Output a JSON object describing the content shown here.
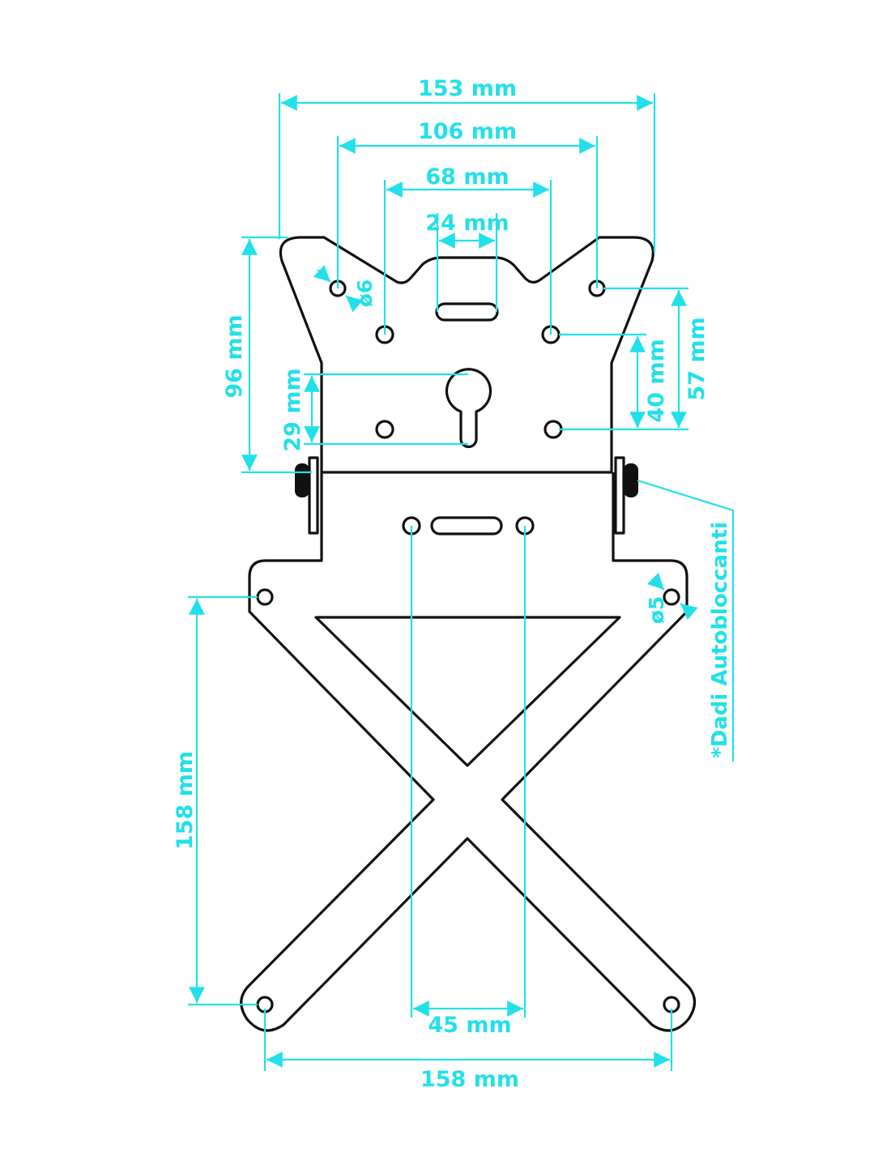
{
  "colors": {
    "outline": "#111111",
    "dimension": "#22e0ea"
  },
  "dimensions": {
    "width_top": "153 mm",
    "hole_span_outer": "106 mm",
    "hole_span_inner": "68 mm",
    "slot_width": "24 mm",
    "plate_height": "96 mm",
    "keyhole_span": "29 mm",
    "hole_vertical_inner": "40 mm",
    "hole_vertical_outer": "57 mm",
    "arm_vertical": "158 mm",
    "lower_hole_span": "45 mm",
    "arm_horizontal": "158 mm",
    "hole_diameter_top": "ø6",
    "hole_diameter_bottom": "ø5"
  },
  "note": "*Dadi Autobloccanti"
}
